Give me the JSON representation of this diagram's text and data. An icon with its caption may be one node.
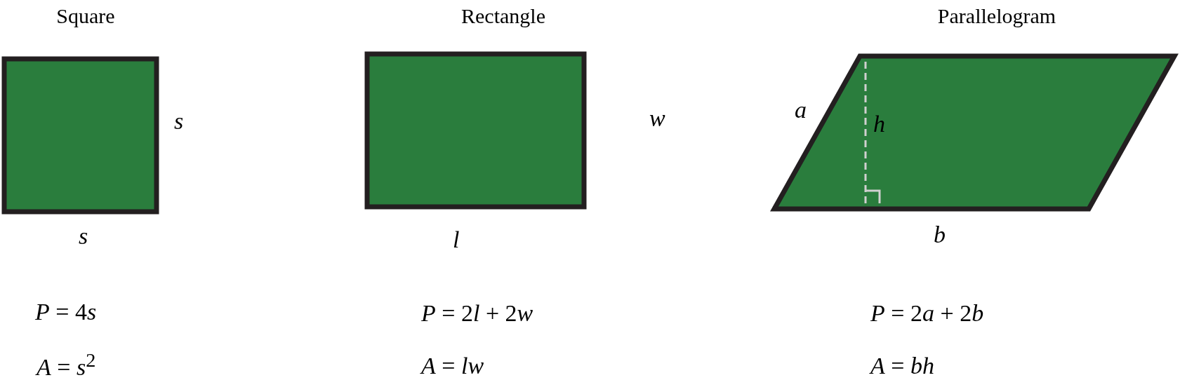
{
  "diagram": {
    "nodes": [
      {
        "text": [
          "Square"
        ],
        "beside": [
          "s",
          "s",
          "P = 4s",
          "A = s$^{2}$"
        ]
      },
      {
        "text": [
          "Rectangle"
        ],
        "beside": [
          "w",
          "l",
          "P = 2l + 2w",
          "A = lw"
        ]
      },
      {
        "text": [
          "Parallelogram"
        ],
        "beside": [
          "a",
          "b",
          "P = 2a + 2b",
          "A = bh"
        ]
      }
    ],
    "labels": [
      "h"
    ]
  }
}
